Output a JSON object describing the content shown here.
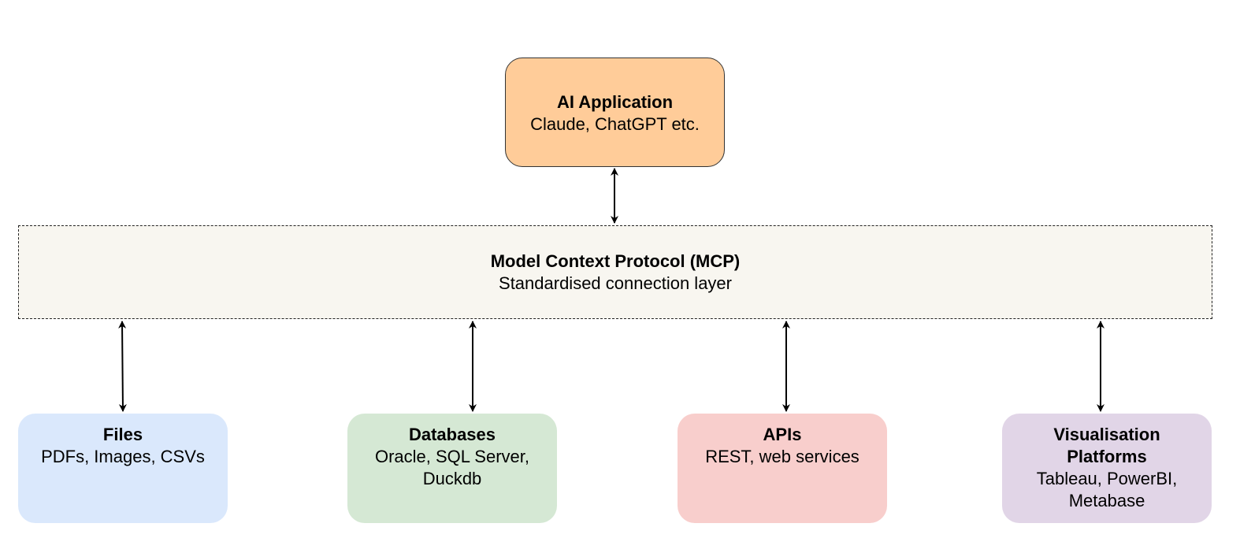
{
  "ai_app": {
    "title": "AI Application",
    "subtitle": "Claude, ChatGPT etc.",
    "fill": "#ffcc99",
    "stroke": "#333333"
  },
  "mcp": {
    "title": "Model Context Protocol (MCP)",
    "subtitle": "Standardised connection layer",
    "fill": "#f8f6f0",
    "stroke": "#222222"
  },
  "files": {
    "title": "Files",
    "subtitle": "PDFs, Images, CSVs",
    "fill": "#dae8fc",
    "stroke": "#6c8ebf"
  },
  "databases": {
    "title": "Databases",
    "subtitle": "Oracle, SQL Server, Duckdb",
    "fill": "#d5e8d4",
    "stroke": "#82b366"
  },
  "apis": {
    "title": "APIs",
    "subtitle": "REST, web services",
    "fill": "#f8cecc",
    "stroke": "#b85450"
  },
  "visualisation": {
    "title": "Visualisation Platforms",
    "subtitle": "Tableau, PowerBI, Metabase",
    "fill": "#e1d5e7",
    "stroke": "#9673a6"
  },
  "connections": [
    {
      "from": "ai_app",
      "to": "mcp",
      "direction": "bidirectional"
    },
    {
      "from": "mcp",
      "to": "files",
      "direction": "bidirectional"
    },
    {
      "from": "mcp",
      "to": "databases",
      "direction": "bidirectional"
    },
    {
      "from": "mcp",
      "to": "apis",
      "direction": "bidirectional"
    },
    {
      "from": "mcp",
      "to": "visualisation",
      "direction": "bidirectional"
    }
  ]
}
